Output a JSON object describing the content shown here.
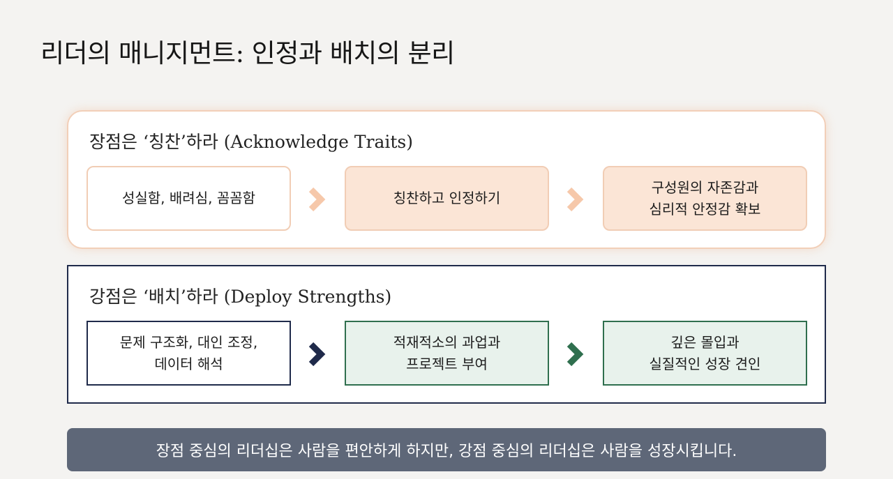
{
  "title": "리더의 매니지먼트: 인정과 배치의 분리",
  "praise": {
    "heading": "장점은 ‘칭찬’하라 (Acknowledge Traits)",
    "steps": [
      {
        "lines": [
          "성실함, 배려심, 꼼꼼함"
        ]
      },
      {
        "lines": [
          "칭찬하고 인정하기"
        ]
      },
      {
        "lines": [
          "구성원의 자존감과",
          "심리적 안정감 확보"
        ]
      }
    ],
    "colors": {
      "border": "#f2cfb8",
      "fill": "#fbe5d6",
      "arrow": "#f6c8aa"
    }
  },
  "deploy": {
    "heading": "강점은 ‘배치’하라 (Deploy Strengths)",
    "steps": [
      {
        "lines": [
          "문제 구조화, 대인 조정,",
          "데이터 해석"
        ]
      },
      {
        "lines": [
          "적재적소의 과업과",
          "프로젝트 부여"
        ]
      },
      {
        "lines": [
          "깊은 몰입과",
          "실질적인 성장 견인"
        ]
      }
    ],
    "colors": {
      "border": "#1f2a4a",
      "fill": "#e8f2ec",
      "accent": "#2f6f4e"
    }
  },
  "footer": {
    "text": "장점 중심의 리더십은 사람을 편안하게 하지만, 강점 중심의 리더십은 사람을 성장시킵니다."
  }
}
